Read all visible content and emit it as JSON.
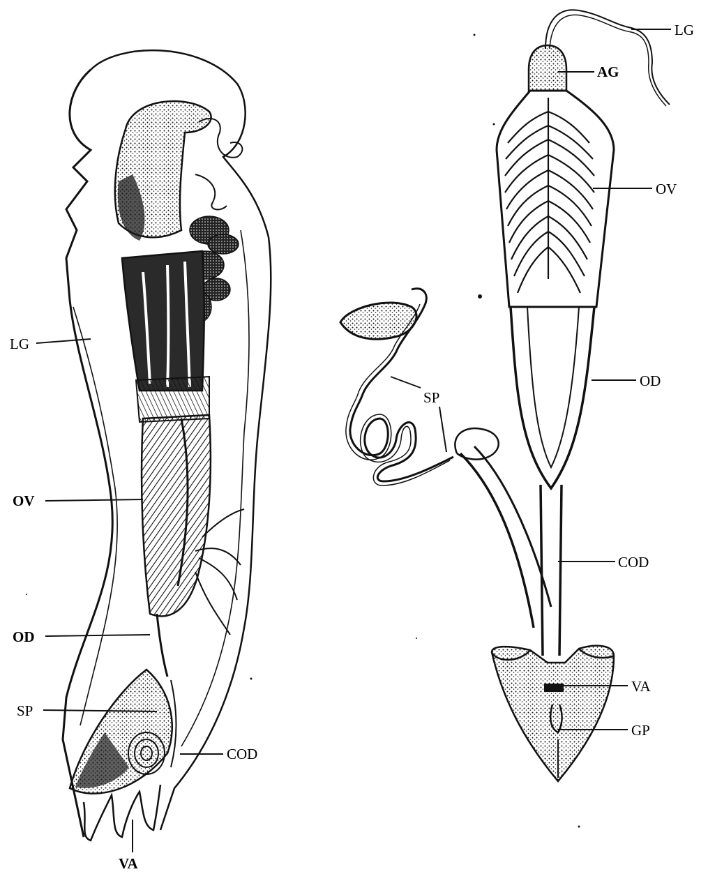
{
  "figure": {
    "left_specimen": {
      "labels": {
        "lg": "LG",
        "ov": "OV",
        "od": "OD",
        "sp": "SP",
        "cod": "COD",
        "va": "VA"
      }
    },
    "right_specimen": {
      "labels": {
        "lg": "LG",
        "ag": "AG",
        "ov": "OV",
        "od": "OD",
        "sp": "SP",
        "cod": "COD",
        "va": "VA",
        "gp": "GP"
      }
    },
    "colors": {
      "ink": "#111111",
      "paper": "#ffffff"
    }
  }
}
